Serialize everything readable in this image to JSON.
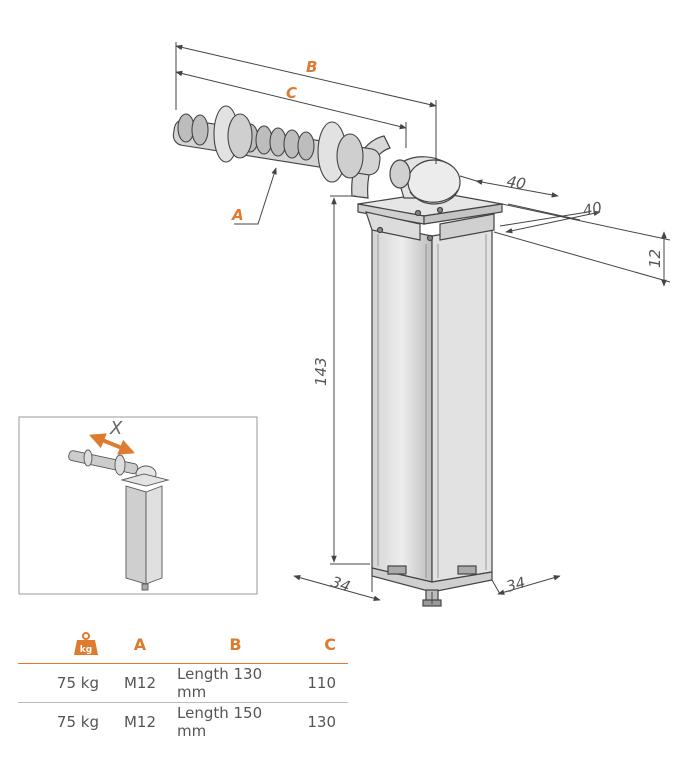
{
  "colors": {
    "accent": "#e07a2e",
    "line": "#555555",
    "metal": "#c8c8c8"
  },
  "dimensions": {
    "label_a": "A",
    "label_b": "B",
    "label_c": "C",
    "plate_width": "40",
    "plate_depth": "40",
    "plate_height": "12",
    "post_height": "143",
    "post_width": "34",
    "post_depth": "34"
  },
  "inset": {
    "motion_label": "X"
  },
  "spec_table": {
    "weight_icon": "weight-kg-icon",
    "weight_icon_text": "kg",
    "headers": {
      "a": "A",
      "b": "B",
      "c": "C"
    },
    "rows": [
      {
        "weight": "75 kg",
        "a": "M12",
        "b": "Length 130 mm",
        "c": "110"
      },
      {
        "weight": "75 kg",
        "a": "M12",
        "b": "Length 150 mm",
        "c": "130"
      }
    ]
  }
}
